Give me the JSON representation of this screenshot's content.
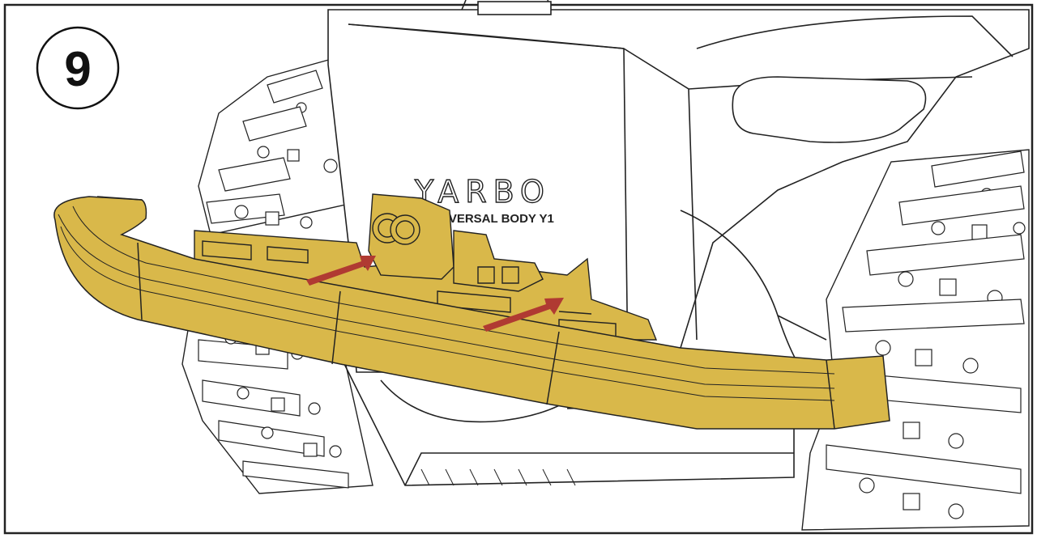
{
  "step": {
    "number": "9"
  },
  "device": {
    "brand": "YARBO",
    "model": "UNIVERSAL BODY Y1"
  },
  "colors": {
    "bumper": "#D9B84A",
    "arrow": "#B03A32",
    "line": "#1a1a1a",
    "background": "#ffffff"
  },
  "icons": [
    "step-number-badge",
    "install-direction-arrow"
  ]
}
